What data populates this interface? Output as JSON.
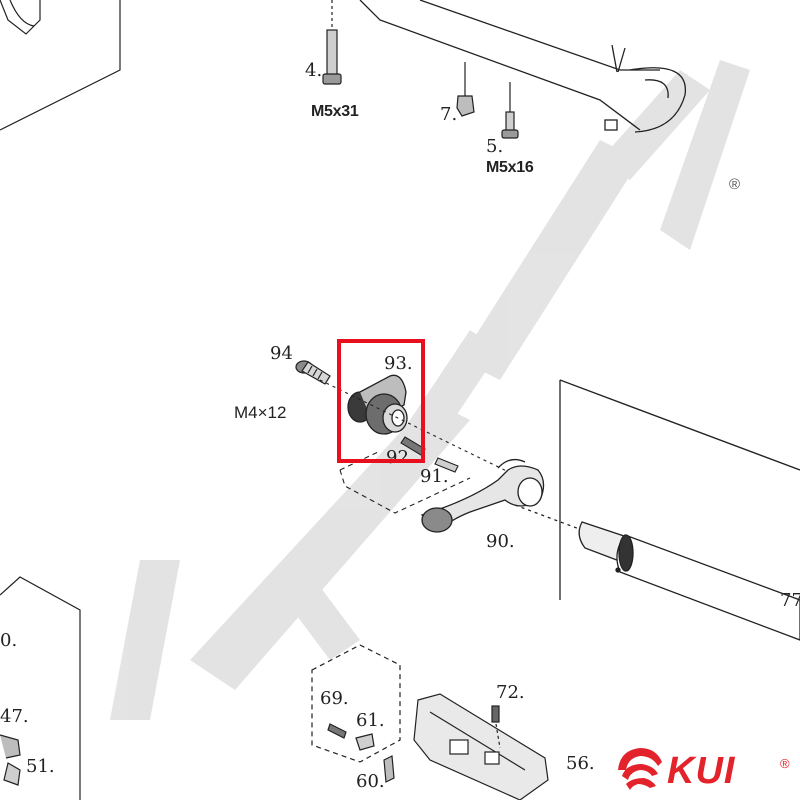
{
  "diagram": {
    "labels": {
      "p4": "4.",
      "p4_spec": "M5x31",
      "p7": "7.",
      "p5": "5.",
      "p5_spec": "M5x16",
      "p94": "94",
      "p94_spec": "M4×12",
      "p93": "93.",
      "p92": "92",
      "p91": "91.",
      "p90": "90.",
      "p77": "77",
      "p69": "69.",
      "p61": "61.",
      "p72": "72.",
      "p60": "60.",
      "p56": "56.",
      "p47": "47.",
      "p51": "51.",
      "p_left0": "0."
    },
    "highlighted_part": "93.",
    "highlight_color": "#e8101e"
  },
  "watermark": {
    "text": "KUI",
    "color": "#dddddd"
  },
  "brand": {
    "name": "KUI",
    "registered": "®",
    "color": "#e3232b"
  },
  "registered_mark": "®"
}
